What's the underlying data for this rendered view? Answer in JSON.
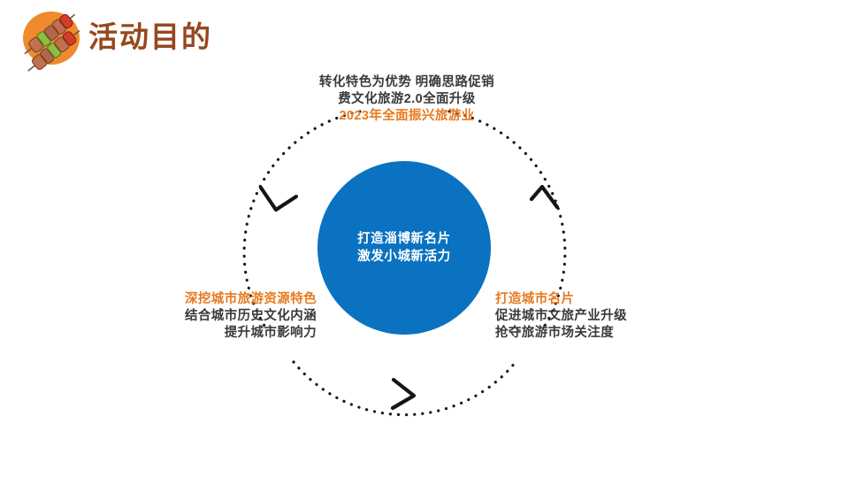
{
  "header": {
    "title": "活动目的",
    "logo_icon": "bbq-skewers-icon",
    "title_color": "#96481d"
  },
  "colors": {
    "accent_blue": "#0a72c0",
    "accent_orange": "#e8791e",
    "body_text": "#3a3a3a",
    "dotted_ring": "#1a1a1a",
    "logo_disc": "#ef8b2c"
  },
  "diagram": {
    "type": "cycle",
    "center": {
      "line1": "打造淄博新名片",
      "line2": "激发小城新活力"
    },
    "nodes": [
      {
        "position": "top",
        "headline": "",
        "lines": [
          "转化特色为优势 明确思路促销",
          "费文化旅游2.0全面升级"
        ],
        "highlight": "2023年全面振兴旅游业"
      },
      {
        "position": "left",
        "headline": "深挖城市旅游资源特色",
        "lines": [
          "结合城市历史文化内涵",
          "提升城市影响力"
        ],
        "highlight": ""
      },
      {
        "position": "right",
        "headline": "打造城市名片",
        "lines": [
          "促进城市文旅产业升级",
          "抢夺旅游市场关注度"
        ],
        "highlight": ""
      }
    ],
    "arrows": [
      {
        "name": "arrow-upper-left",
        "direction": "counter-clockwise"
      },
      {
        "name": "arrow-upper-right",
        "direction": "counter-clockwise"
      },
      {
        "name": "arrow-bottom",
        "direction": "counter-clockwise"
      }
    ]
  }
}
